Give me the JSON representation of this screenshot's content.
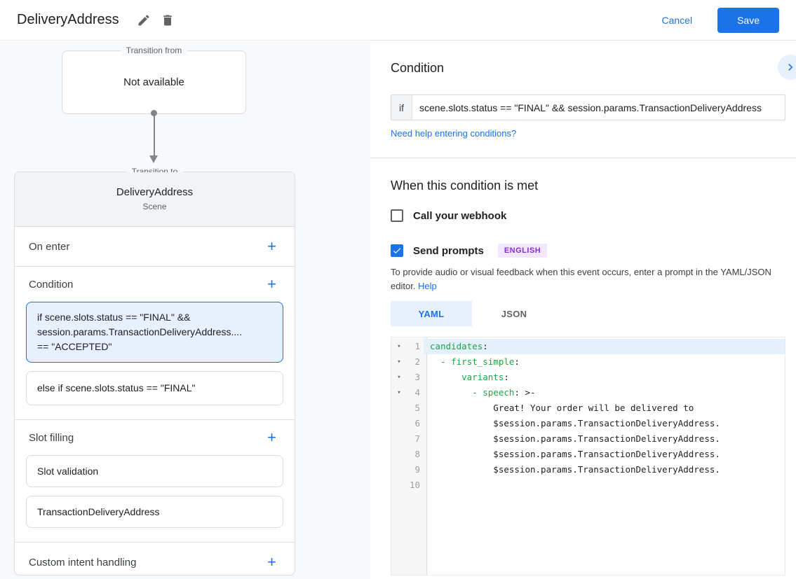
{
  "header": {
    "title": "DeliveryAddress",
    "cancel": "Cancel",
    "save": "Save"
  },
  "graph": {
    "transition_from": {
      "label": "Transition from",
      "value": "Not available"
    },
    "transition_to": {
      "label": "Transition to",
      "title": "DeliveryAddress",
      "subtitle": "Scene"
    },
    "sections": {
      "on_enter": "On enter",
      "condition": "Condition",
      "slot_filling": "Slot filling",
      "custom_intent": "Custom intent handling"
    },
    "condition_cards": [
      {
        "text": "if scene.slots.status == \"FINAL\" &&\nsession.params.TransactionDeliveryAddress....\n== \"ACCEPTED\""
      },
      {
        "text": "else if scene.slots.status == \"FINAL\""
      }
    ],
    "slot_cards": [
      {
        "text": "Slot validation"
      },
      {
        "text": "TransactionDeliveryAddress"
      }
    ]
  },
  "panel": {
    "condition_heading": "Condition",
    "if_label": "if",
    "if_value": "scene.slots.status == \"FINAL\" && session.params.TransactionDeliveryAddress",
    "help_link": "Need help entering conditions?",
    "when_heading": "When this condition is met",
    "webhook_label": "Call your webhook",
    "prompts_label": "Send prompts",
    "language_badge": "ENGLISH",
    "helper_text": "To provide audio or visual feedback when this event occurs, enter a prompt in the YAML/JSON editor.",
    "helper_link": "Help",
    "tabs": [
      {
        "label": "YAML"
      },
      {
        "label": "JSON"
      }
    ],
    "editor": {
      "lines": [
        {
          "n": 1,
          "fold": true,
          "hl": true,
          "segs": [
            {
              "c": "key",
              "t": "candidates"
            },
            {
              "c": "txt",
              "t": ":"
            }
          ]
        },
        {
          "n": 2,
          "fold": true,
          "hl": false,
          "segs": [
            {
              "c": "txt",
              "t": "  "
            },
            {
              "c": "key",
              "t": "- first_simple"
            },
            {
              "c": "txt",
              "t": ":"
            }
          ]
        },
        {
          "n": 3,
          "fold": true,
          "hl": false,
          "segs": [
            {
              "c": "txt",
              "t": "      "
            },
            {
              "c": "key",
              "t": "variants"
            },
            {
              "c": "txt",
              "t": ":"
            }
          ]
        },
        {
          "n": 4,
          "fold": true,
          "hl": false,
          "segs": [
            {
              "c": "txt",
              "t": "        "
            },
            {
              "c": "key",
              "t": "- speech"
            },
            {
              "c": "txt",
              "t": ": >-"
            }
          ]
        },
        {
          "n": 5,
          "fold": false,
          "hl": false,
          "segs": [
            {
              "c": "txt",
              "t": "            Great! Your order will be delivered to"
            }
          ]
        },
        {
          "n": 6,
          "fold": false,
          "hl": false,
          "segs": [
            {
              "c": "txt",
              "t": "            $session.params.TransactionDeliveryAddress."
            }
          ]
        },
        {
          "n": 7,
          "fold": false,
          "hl": false,
          "segs": [
            {
              "c": "txt",
              "t": "            $session.params.TransactionDeliveryAddress."
            }
          ]
        },
        {
          "n": 8,
          "fold": false,
          "hl": false,
          "segs": [
            {
              "c": "txt",
              "t": "            $session.params.TransactionDeliveryAddress."
            }
          ]
        },
        {
          "n": 9,
          "fold": false,
          "hl": false,
          "segs": [
            {
              "c": "txt",
              "t": "            $session.params.TransactionDeliveryAddress."
            }
          ]
        },
        {
          "n": 10,
          "fold": false,
          "hl": false,
          "segs": []
        }
      ]
    }
  },
  "colors": {
    "accent_blue": "#1a73e8",
    "pale_blue": "#e8f0fe",
    "code_green": "#1ea446",
    "badge_purple": "#8430ce"
  }
}
